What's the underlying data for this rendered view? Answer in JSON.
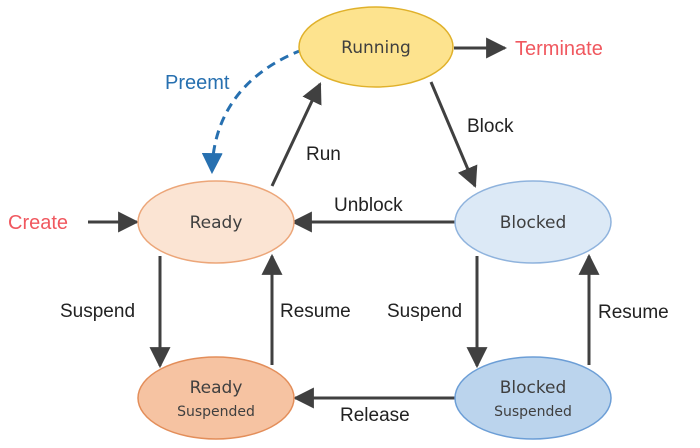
{
  "states": {
    "running": {
      "label": "Running",
      "fill": "#FDE38E",
      "stroke": "#E0B12B"
    },
    "ready": {
      "label": "Ready",
      "fill": "#FBE4D3",
      "stroke": "#ECA679"
    },
    "blocked": {
      "label": "Blocked",
      "fill": "#DCE9F6",
      "stroke": "#8FB3DD"
    },
    "ready_suspended": {
      "label": "Ready",
      "sublabel": "Suspended",
      "fill": "#F6C3A2",
      "stroke": "#E38E5A"
    },
    "blocked_suspended": {
      "label": "Blocked",
      "sublabel": "Suspended",
      "fill": "#BBD4ED",
      "stroke": "#6C9ED6"
    }
  },
  "transitions": {
    "create": "Create",
    "terminate": "Terminate",
    "preemt": "Preemt",
    "run": "Run",
    "block": "Block",
    "unblock": "Unblock",
    "suspend_ready": "Suspend",
    "resume_ready": "Resume",
    "suspend_blocked": "Suspend",
    "resume_blocked": "Resume",
    "release": "Release"
  },
  "colors": {
    "arrow": "#404040",
    "external_label": "#F0585F",
    "preempt": "#2770B0"
  }
}
